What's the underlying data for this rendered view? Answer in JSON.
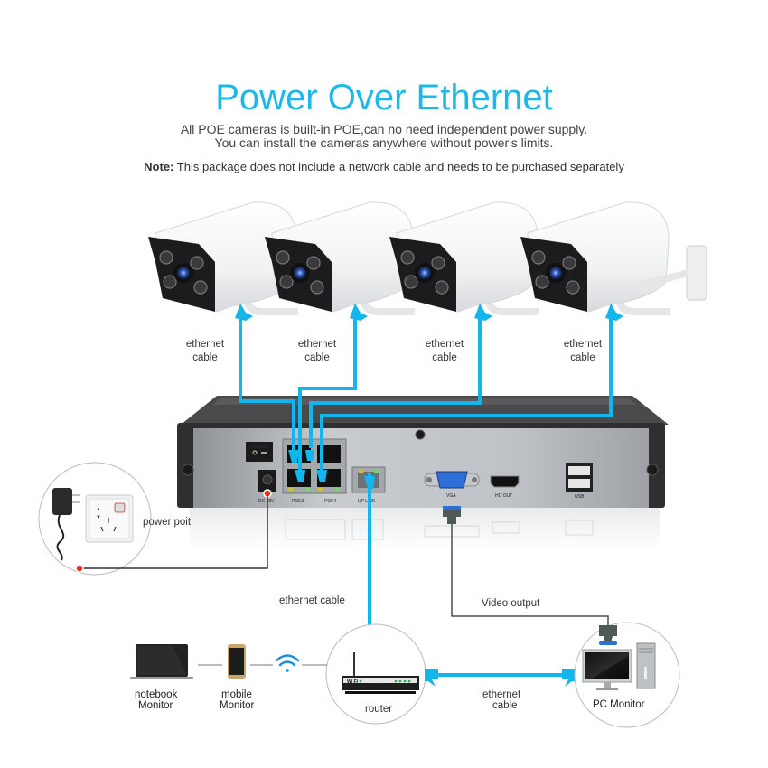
{
  "header": {
    "title": "Power Over Ethernet",
    "subtitle_line1": "All POE cameras is built-in POE,can no need independent power supply.",
    "subtitle_line2": "You can install the cameras anywhere without power's limits.",
    "note_label": "Note:",
    "note_text": " This package does not include a network cable and needs to be purchased separately"
  },
  "colors": {
    "accent": "#1cb8ea",
    "cable_blue": "#12b5ec",
    "nvr_dark": "#3b3b3d",
    "nvr_panel": "#b8bcc0",
    "wire_gray": "#4a4f4f",
    "power_dot": "#e8341c"
  },
  "cameras": [
    {
      "id": 1,
      "cable_label_1": "ethernet",
      "cable_label_2": "cable"
    },
    {
      "id": 2,
      "cable_label_1": "ethernet",
      "cable_label_2": "cable"
    },
    {
      "id": 3,
      "cable_label_1": "ethernet",
      "cable_label_2": "cable"
    },
    {
      "id": 4,
      "cable_label_1": "ethernet",
      "cable_label_2": "cable"
    }
  ],
  "nvr": {
    "power_switch_label": "POWER",
    "dc_label": "DC 48V",
    "poe3_label": "POE3",
    "poe4_label": "POE4",
    "uplink_label": "UP LINK",
    "vga_label": "VGA",
    "hdout_label": "HD OUT",
    "usb_label": "USB"
  },
  "power": {
    "label": "power poit"
  },
  "router_link": {
    "label": "ethernet cable"
  },
  "video": {
    "label": "Video output"
  },
  "devices": {
    "notebook_line1": "notebook",
    "notebook_line2": "Monitor",
    "mobile_line1": "mobile",
    "mobile_line2": "Monitor",
    "router_label": "router",
    "router_wifi_text": "WI FI",
    "pc_label": "PC Monitor",
    "pc_cable_line1": "ethernet",
    "pc_cable_line2": "cable"
  }
}
